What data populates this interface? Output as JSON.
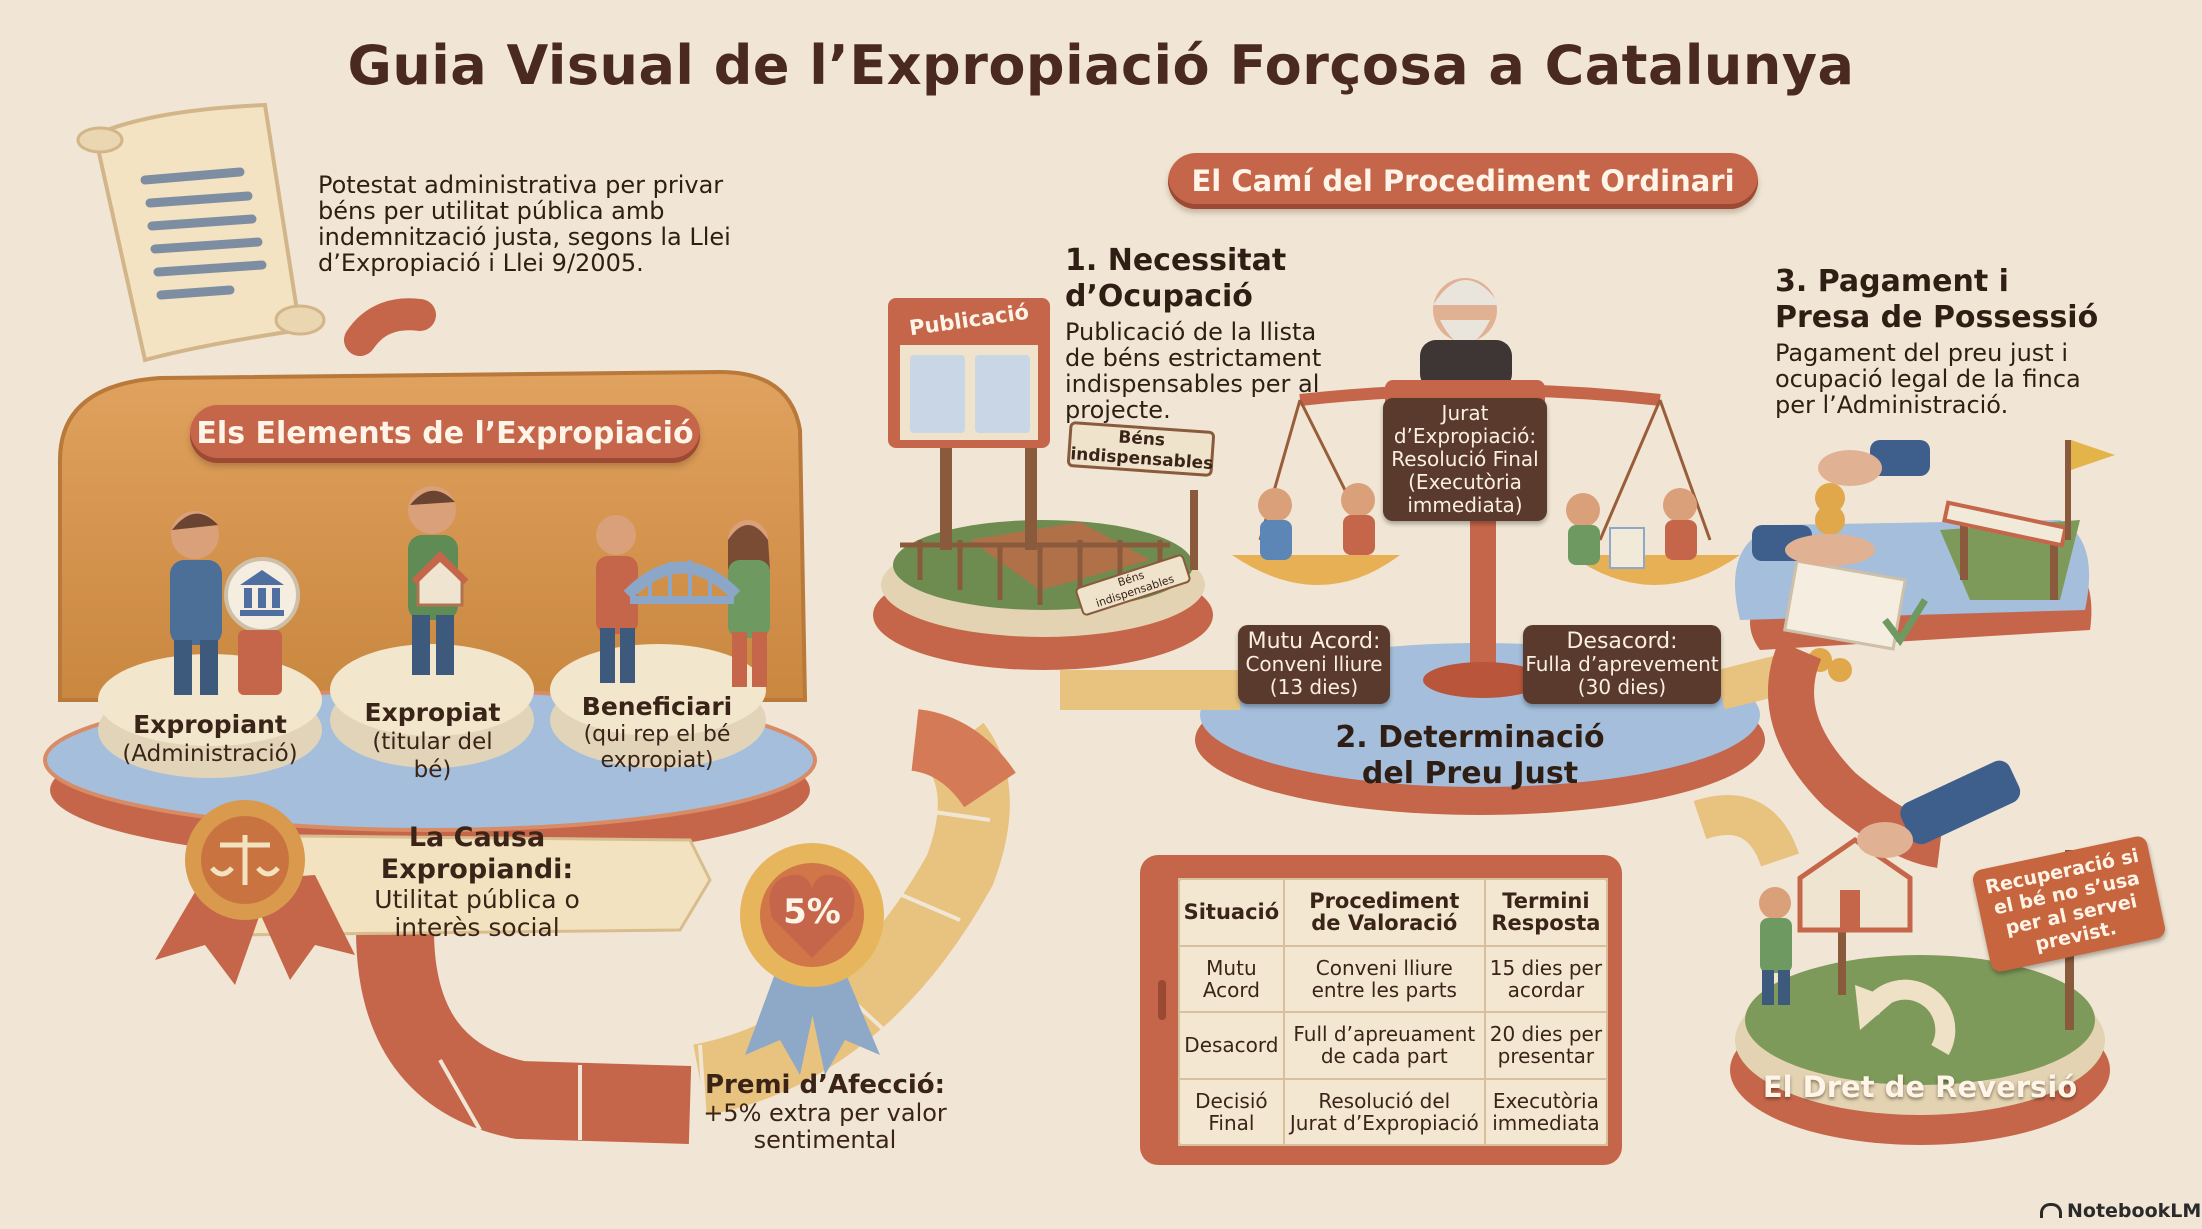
{
  "title": "Guia Visual de l’Expropiació Forçosa a Catalunya",
  "intro": {
    "line1": "Potestat administrativa per privar",
    "line2": "béns per utilitat pública amb",
    "line3": "indemnització justa, segons la Llei",
    "line4": "d’Expropiació i Llei 9/2005."
  },
  "elements": {
    "heading": "Els Elements de l’Expropiació",
    "expropiant": {
      "title": "Expropiant",
      "desc": "(Administració)"
    },
    "expropiat": {
      "title": "Expropiat",
      "desc": "(titular del bé)"
    },
    "beneficiari": {
      "title": "Beneficiari",
      "desc1": "(qui rep el bé",
      "desc2": "expropiat)"
    }
  },
  "causa": {
    "title": "La Causa Expropiandi:",
    "line1": "Utilitat pública o",
    "line2": "interès social"
  },
  "premi": {
    "badge": "5%",
    "title": "Premi d’Afecció:",
    "line1": "+5% extra per valor",
    "line2": "sentimental"
  },
  "procedure": {
    "heading": "El Camí del Procediment Ordinari",
    "step1": {
      "title1": "1. Necessitat",
      "title2": "d’Ocupació",
      "line1": "Publicació de la llista",
      "line2": "de béns estrictament",
      "line3": "indispensables per al",
      "line4": "projecte.",
      "board": "Publicació",
      "sign1a": "Béns",
      "sign1b": "indispensables",
      "sign2a": "Béns",
      "sign2b": "indispensables"
    },
    "step2": {
      "title1": "2. Determinació",
      "title2": "del Preu Just",
      "jurat1": "Jurat",
      "jurat2": "d’Expropiació:",
      "jurat3": "Resolució Final",
      "jurat4": "(Executòria",
      "jurat5": "immediata)",
      "mutu1": "Mutu Acord:",
      "mutu2": "Conveni lliure",
      "mutu3": "(13 dies)",
      "des1": "Desacord:",
      "des2": "Fulla d’aprevement",
      "des3": "(30 dies)"
    },
    "step3": {
      "title1": "3. Pagament i",
      "title2": "Presa de Possessió",
      "line1": "Pagament del preu just i",
      "line2": "ocupació legal de la finca",
      "line3": "per l’Administració."
    }
  },
  "table": {
    "headers": [
      [
        "Situació"
      ],
      [
        "Procediment",
        "de Valoració"
      ],
      [
        "Termini",
        "Resposta"
      ]
    ],
    "rows": [
      [
        [
          "Mutu",
          "Acord"
        ],
        [
          "Conveni lliure",
          "entre les parts"
        ],
        [
          "15 dies per",
          "acordar"
        ]
      ],
      [
        [
          "Desacord"
        ],
        [
          "Full d’apreuament",
          "de cada part"
        ],
        [
          "20 dies per",
          "presentar"
        ]
      ],
      [
        [
          "Decisió",
          "Final"
        ],
        [
          "Resolució del",
          "Jurat d’Expropiació"
        ],
        [
          "Executòria",
          "immediata"
        ]
      ]
    ]
  },
  "reversio": {
    "sign1": "Recuperació si",
    "sign2": "el bé no s’usa",
    "sign3": "per al servei",
    "sign4": "previst.",
    "title": "El Dret de Reversió"
  },
  "brand": "NotebookLM",
  "colors": {
    "terracotta": "#c5664a",
    "cream": "#f1e6d5",
    "blue": "#9bb7d4",
    "green": "#7e9a5a",
    "dark": "#5a3a2c"
  }
}
